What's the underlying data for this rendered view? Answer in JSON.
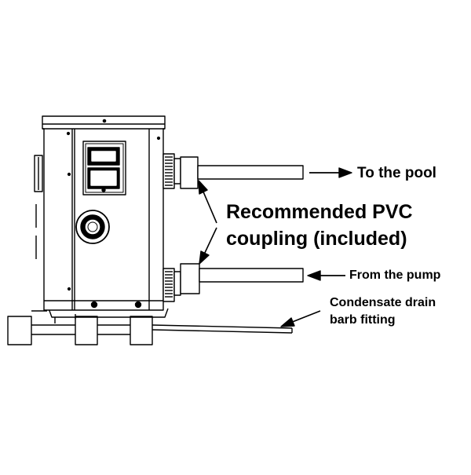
{
  "labels": {
    "to_pool": "To the pool",
    "from_pump": "From the pump",
    "pvc_line1": "Recommended PVC",
    "pvc_line2": "coupling (included)",
    "drain_line1": "Condensate drain",
    "drain_line2": "barb fitting"
  },
  "colors": {
    "line": "#000000",
    "background": "#ffffff"
  }
}
